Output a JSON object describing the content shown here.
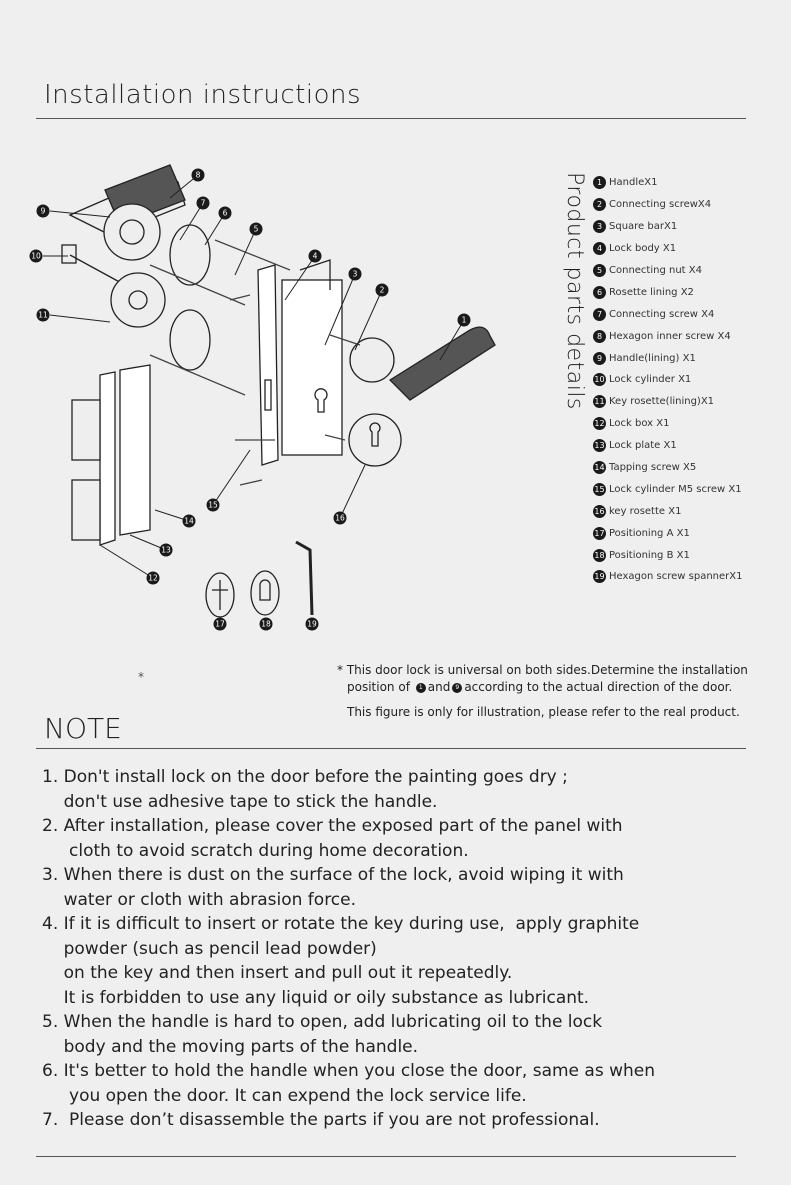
{
  "header": {
    "title": "Installation instructions"
  },
  "parts": {
    "title": "Product parts details",
    "items": [
      {
        "n": "1",
        "label": "HandleX1"
      },
      {
        "n": "2",
        "label": "Connecting screwX4"
      },
      {
        "n": "3",
        "label": "Square barX1"
      },
      {
        "n": "4",
        "label": "Lock body X1"
      },
      {
        "n": "5",
        "label": "Connecting nut X4"
      },
      {
        "n": "6",
        "label": "Rosette lining X2"
      },
      {
        "n": "7",
        "label": "Connecting screw X4"
      },
      {
        "n": "8",
        "label": "Hexagon inner screw X4"
      },
      {
        "n": "9",
        "label": "Handle(lining) X1"
      },
      {
        "n": "10",
        "label": "Lock cylinder X1"
      },
      {
        "n": "11",
        "label": "Key rosette(lining)X1"
      },
      {
        "n": "12",
        "label": "Lock box X1"
      },
      {
        "n": "13",
        "label": "Lock plate X1"
      },
      {
        "n": "14",
        "label": "Tapping screw X5"
      },
      {
        "n": "15",
        "label": "Lock cylinder M5 screw X1"
      },
      {
        "n": "16",
        "label": "key rosette X1"
      },
      {
        "n": "17",
        "label": "Positioning A X1"
      },
      {
        "n": "18",
        "label": "Positioning B X1"
      },
      {
        "n": "19",
        "label": "Hexagon screw spannerX1"
      }
    ]
  },
  "callouts": [
    "8",
    "9",
    "7",
    "6",
    "5",
    "10",
    "4",
    "3",
    "2",
    "11",
    "1",
    "15",
    "16",
    "14",
    "13",
    "12",
    "17",
    "18",
    "19"
  ],
  "footnote": {
    "star": "*",
    "line1a": "This door lock is universal on both sides.Determine the installation",
    "line2a": "position of",
    "n1": "1",
    "and": "and",
    "n9": "9",
    "line2b": "according to the actual direction of the door.",
    "line3": "This figure is only for illustration, please refer to the real product.",
    "stray_star": "*"
  },
  "note": {
    "title": "NOTE",
    "lines": [
      "1. Don't install lock on the door before the painting goes dry ;",
      "    don't use adhesive tape to stick the handle.",
      "2. After installation, please cover the exposed part of the panel with",
      "     cloth to avoid scratch during home decoration.",
      "3. When there is dust on the surface of the lock, avoid wiping it with",
      "    water or cloth with abrasion force.",
      "4. If it is difficult to insert or rotate the key during use,  apply graphite",
      "    powder (such as pencil lead powder)",
      "    on the key and then insert and pull out it repeatedly.",
      "    It is forbidden to use any liquid or oily substance as lubricant.",
      "5. When the handle is hard to open, add lubricating oil to the lock",
      "    body and the moving parts of the handle.",
      "6. It's better to hold the handle when you close the door, same as when",
      "     you open the door. It can expend the lock service life.",
      "7.  Please don’t disassemble the parts if you are not professional."
    ]
  }
}
